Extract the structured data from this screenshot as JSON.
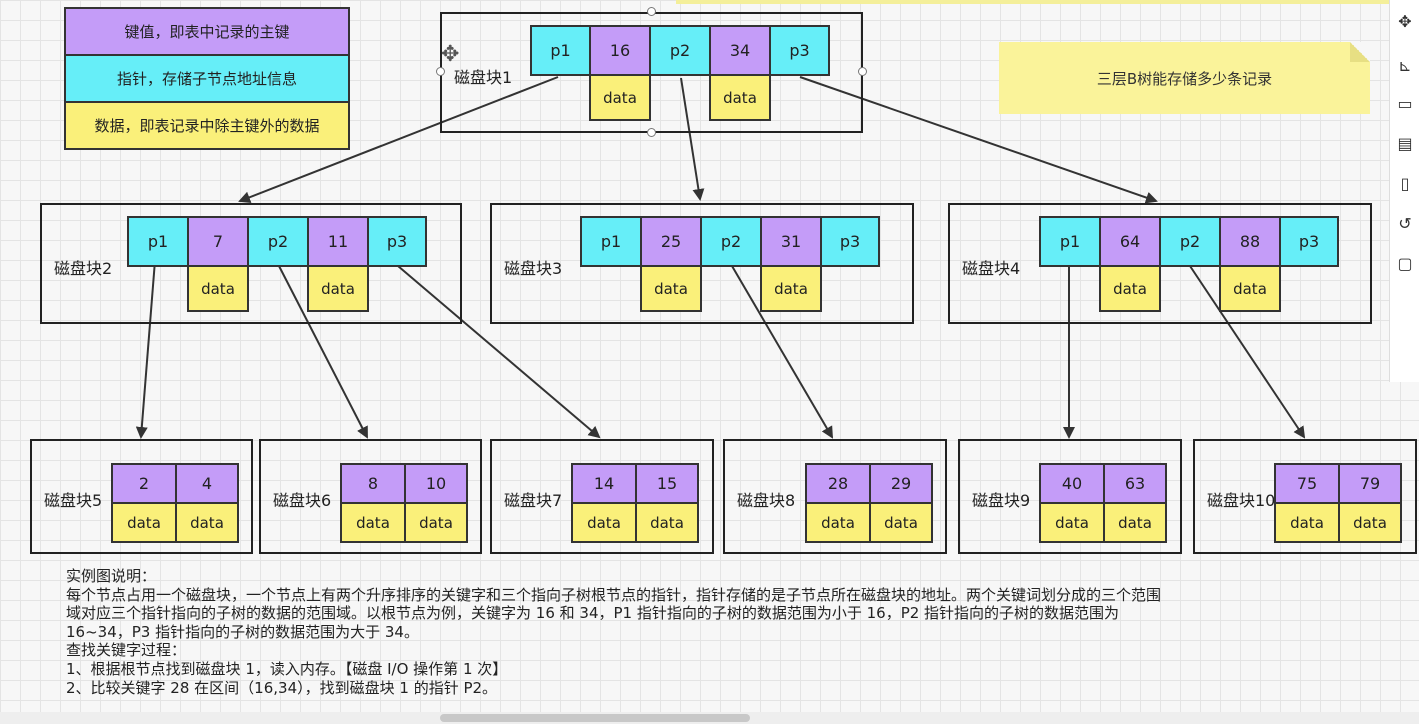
{
  "legend": {
    "key": "键值，即表中记录的主键",
    "pointer": "指针，存储子节点地址信息",
    "data": "数据，即表记录中除主键外的数据"
  },
  "note": "三层B树能存储多少条记录",
  "blocks": {
    "b1": {
      "label": "磁盘块1",
      "cells": [
        "p1",
        "16",
        "p2",
        "34",
        "p3"
      ],
      "data": [
        "data",
        "data"
      ]
    },
    "b2": {
      "label": "磁盘块2",
      "cells": [
        "p1",
        "7",
        "p2",
        "11",
        "p3"
      ],
      "data": [
        "data",
        "data"
      ]
    },
    "b3": {
      "label": "磁盘块3",
      "cells": [
        "p1",
        "25",
        "p2",
        "31",
        "p3"
      ],
      "data": [
        "data",
        "data"
      ]
    },
    "b4": {
      "label": "磁盘块4",
      "cells": [
        "p1",
        "64",
        "p2",
        "88",
        "p3"
      ],
      "data": [
        "data",
        "data"
      ]
    },
    "b5": {
      "label": "磁盘块5",
      "keys": [
        "2",
        "4"
      ],
      "data": [
        "data",
        "data"
      ]
    },
    "b6": {
      "label": "磁盘块6",
      "keys": [
        "8",
        "10"
      ],
      "data": [
        "data",
        "data"
      ]
    },
    "b7": {
      "label": "磁盘块7",
      "keys": [
        "14",
        "15"
      ],
      "data": [
        "data",
        "data"
      ]
    },
    "b8": {
      "label": "磁盘块8",
      "keys": [
        "28",
        "29"
      ],
      "data": [
        "data",
        "data"
      ]
    },
    "b9": {
      "label": "磁盘块9",
      "keys": [
        "40",
        "63"
      ],
      "data": [
        "data",
        "data"
      ]
    },
    "b10": {
      "label": "磁盘块10",
      "keys": [
        "75",
        "79"
      ],
      "data": [
        "data",
        "data"
      ]
    }
  },
  "description": [
    "实例图说明：",
    "每个节点占用一个磁盘块，一个节点上有两个升序排序的关键字和三个指向子树根节点的指针，指针存储的是子节点所在磁盘块的地址。两个关键词划分成的三个范围",
    "域对应三个指针指向的子树的数据的范围域。以根节点为例，关键字为 16 和 34，P1 指针指向的子树的数据范围为小于 16，P2 指针指向的子树的数据范围为",
    "16~34，P3 指针指向的子树的数据范围为大于 34。",
    "查找关键字过程：",
    "1、根据根节点找到磁盘块 1，读入内存。【磁盘 I/O 操作第 1 次】",
    "2、比较关键字 28 在区间（16,34），找到磁盘块 1 的指针 P2。"
  ],
  "toolbar_icons": [
    "move-icon",
    "layout-icon",
    "calendar-icon",
    "panel-icon",
    "page-icon",
    "history-icon",
    "comment-icon"
  ]
}
